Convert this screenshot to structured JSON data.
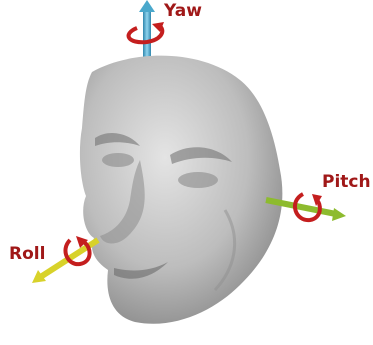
{
  "axes": {
    "yaw": {
      "label": "Yaw",
      "axis_color": "#4aa8cc",
      "rotation_color": "#c41e1e"
    },
    "pitch": {
      "label": "Pitch",
      "axis_color": "#8dbb2e",
      "rotation_color": "#c41e1e"
    },
    "roll": {
      "label": "Roll",
      "axis_color": "#d8d22a",
      "rotation_color": "#c41e1e"
    }
  },
  "label_color": "#a01818",
  "face_color": "#bdbdbd"
}
